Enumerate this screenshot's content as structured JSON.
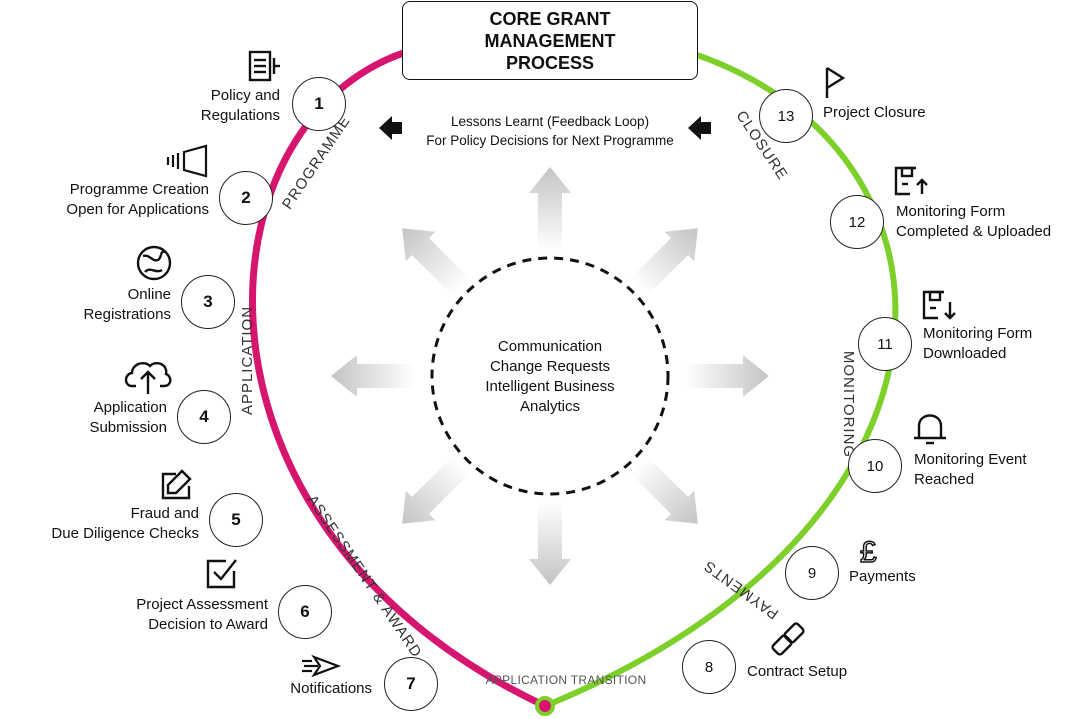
{
  "title": {
    "line1": "CORE GRANT",
    "line2": "MANAGEMENT",
    "line3": "PROCESS"
  },
  "colors": {
    "left_arc": "#d6166e",
    "right_arc": "#7dcf2a",
    "arrow_fill": "#cfcfcf",
    "text": "#111111"
  },
  "center": {
    "line1": "Communication",
    "line2": "Change Requests",
    "line3": "Intelligent Business",
    "line4": "Analytics"
  },
  "feedback": {
    "line1": "Lessons Learnt (Feedback Loop)",
    "line2": "For Policy Decisions for Next Programme"
  },
  "phases": {
    "programme": "PROGRAMME",
    "application": "APPLICATION",
    "assessment": "ASSESSMENT & AWARD",
    "transition": "APPLICATION TRANSITION",
    "payments": "PAYMENTS",
    "monitoring": "MONITORING",
    "closure": "CLOSURE"
  },
  "steps": [
    {
      "number": "1",
      "lines": [
        "Policy and",
        "Regulations"
      ],
      "icon": "document-icon"
    },
    {
      "number": "2",
      "lines": [
        "Programme Creation",
        "Open for Applications"
      ],
      "icon": "megaphone-icon"
    },
    {
      "number": "3",
      "lines": [
        "Online",
        "Registrations"
      ],
      "icon": "globe-icon"
    },
    {
      "number": "4",
      "lines": [
        "Application",
        "Submission"
      ],
      "icon": "cloud-upload-icon"
    },
    {
      "number": "5",
      "lines": [
        "Fraud and",
        "Due Diligence Checks"
      ],
      "icon": "edit-icon"
    },
    {
      "number": "6",
      "lines": [
        "Project Assessment",
        "Decision to Award"
      ],
      "icon": "checkbox-icon"
    },
    {
      "number": "7",
      "lines": [
        "Notifications"
      ],
      "icon": "send-icon"
    },
    {
      "number": "8",
      "lines": [
        "Contract Setup"
      ],
      "icon": "link-icon"
    },
    {
      "number": "9",
      "lines": [
        "Payments"
      ],
      "icon": "pound-icon"
    },
    {
      "number": "10",
      "lines": [
        "Monitoring Event",
        "Reached"
      ],
      "icon": "bell-icon"
    },
    {
      "number": "11",
      "lines": [
        "Monitoring Form",
        "Downloaded"
      ],
      "icon": "form-download-icon"
    },
    {
      "number": "12",
      "lines": [
        "Monitoring Form",
        "Completed & Uploaded"
      ],
      "icon": "form-upload-icon"
    },
    {
      "number": "13",
      "lines": [
        "Project Closure"
      ],
      "icon": "flag-icon"
    }
  ]
}
